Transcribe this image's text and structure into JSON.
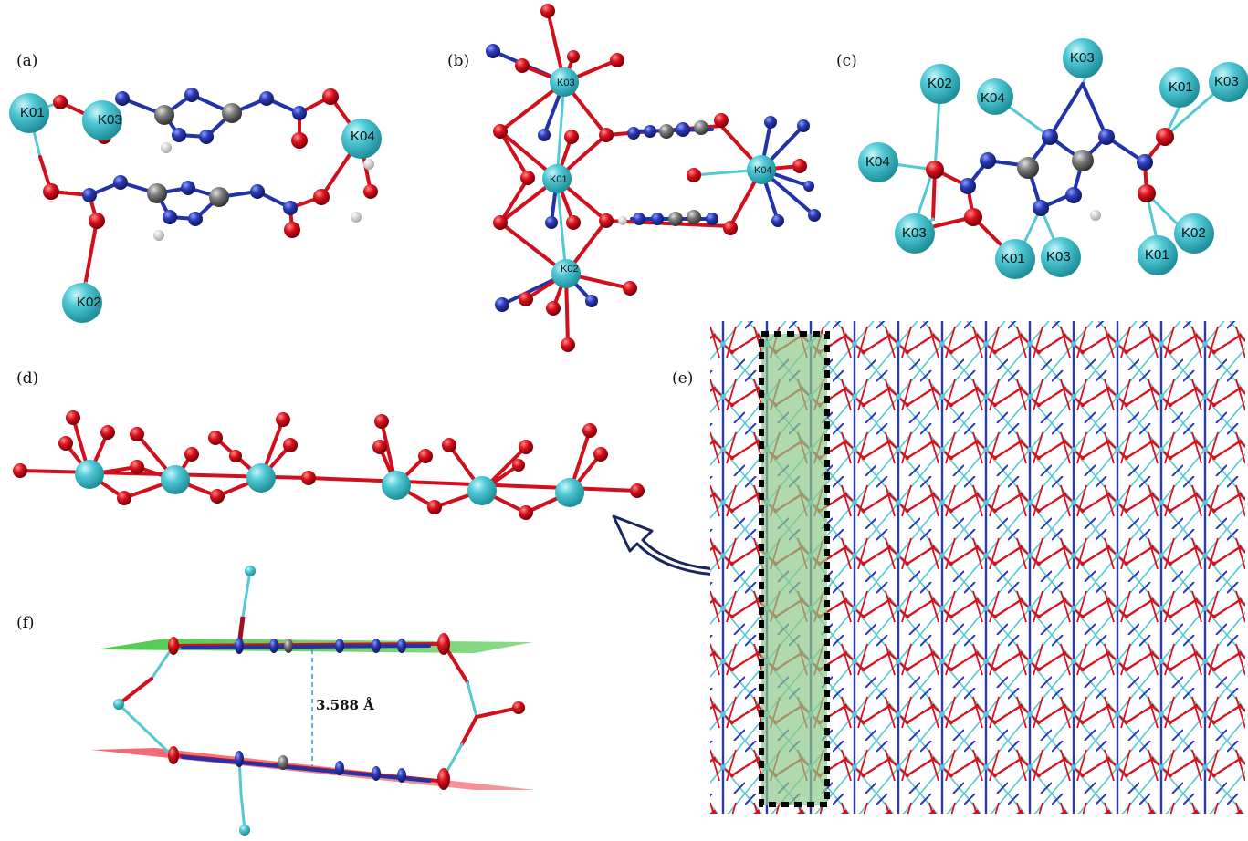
{
  "panels": {
    "a": {
      "label": "(a)",
      "atoms": [
        "K01",
        "K03",
        "K04",
        "K02"
      ]
    },
    "b": {
      "label": "(b)",
      "atoms": [
        "K03",
        "K01",
        "K04",
        "K02"
      ]
    },
    "c": {
      "label": "(c)",
      "atoms": [
        "K03",
        "K02",
        "K04",
        "K01",
        "K03",
        "K04",
        "K03",
        "K01",
        "K03",
        "K02",
        "K01"
      ]
    },
    "d": {
      "label": "(d)"
    },
    "e": {
      "label": "(e)"
    },
    "f": {
      "label": "(f)",
      "distance": "3.588 Å"
    }
  },
  "colors": {
    "potassium": "#4fc9d6",
    "oxygen": "#d9111d",
    "nitrogen": "#2a3ab5",
    "carbon": "#7a7a7a",
    "hydrogen": "#e8e8e8",
    "highlight": "#8fc98a",
    "plane_top": "#3fc23a",
    "plane_bottom": "#f0555f"
  }
}
